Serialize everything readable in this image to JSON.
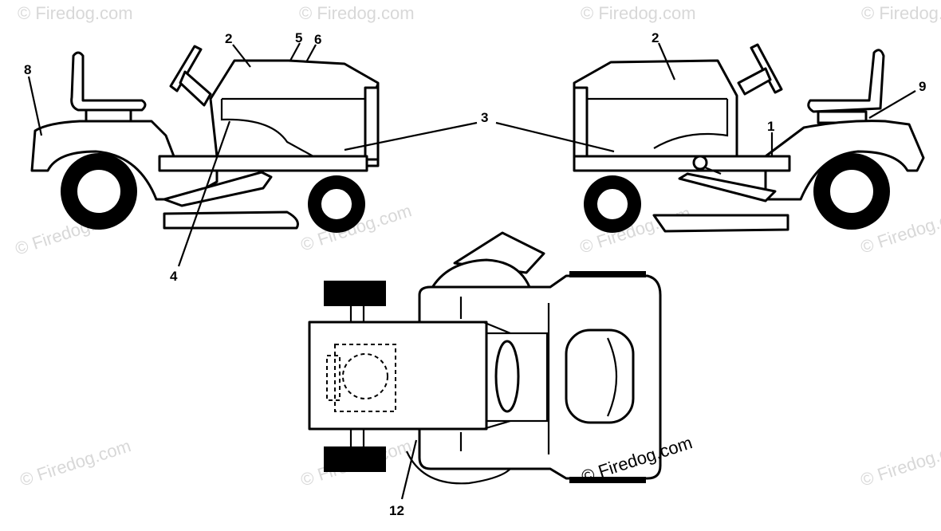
{
  "watermark": "© Firedog.com",
  "callouts": {
    "c1": "1",
    "c2_left": "2",
    "c2_right": "2",
    "c3": "3",
    "c4": "4",
    "c5": "5",
    "c6": "6",
    "c8": "8",
    "c9": "9",
    "c12": "12"
  },
  "colors": {
    "line": "#000000",
    "background": "#ffffff",
    "watermark": "#d8d8d8"
  }
}
